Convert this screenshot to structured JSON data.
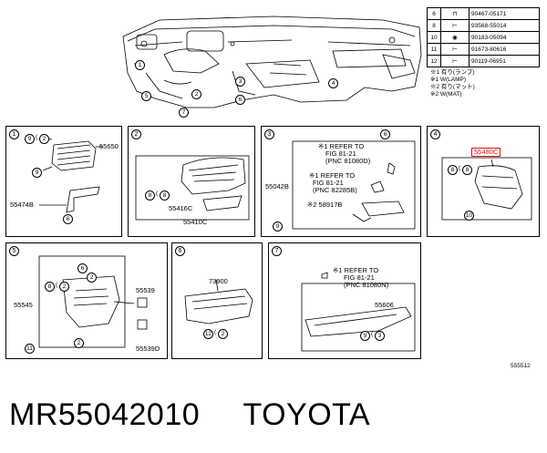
{
  "parts_table": [
    {
      "ref": "6",
      "part": "90467-05171"
    },
    {
      "ref": "8",
      "part": "93568-55014"
    },
    {
      "ref": "10",
      "part": "90183-05094"
    },
    {
      "ref": "11",
      "part": "91673-80616"
    },
    {
      "ref": "12",
      "part": "90119-06951"
    }
  ],
  "notes": [
    "※1 有り(ランプ)",
    "※1 W(LAMP)",
    "※2 有り(マット)",
    "※2 W(MAT)"
  ],
  "overview_callouts": [
    "1",
    "2",
    "3",
    "4",
    "5",
    "6",
    "7"
  ],
  "panels": {
    "p1": {
      "num": "1",
      "callouts": [
        "9",
        "2",
        "9",
        "6"
      ],
      "labels": [
        "55650",
        "55474B"
      ]
    },
    "p2": {
      "num": "2",
      "callouts": [
        "8",
        "8"
      ],
      "labels": [
        "55416C",
        "55410C"
      ]
    },
    "p3": {
      "num": "3",
      "callouts": [
        "6",
        "9"
      ],
      "labels": [
        "55042B"
      ],
      "refs": [
        "※1 REFER TO",
        "FIG 81-21",
        "(PNC 81080D)",
        "※1 REFER TO",
        "FIG 81-21",
        "(PNC 82285B)",
        "※2 58917B"
      ]
    },
    "p4": {
      "num": "4",
      "highlight": "55480C",
      "callouts": [
        "8",
        "8",
        "10"
      ]
    },
    "p5": {
      "num": "5",
      "callouts": [
        "6",
        "2",
        "8",
        "2",
        "11",
        "2"
      ],
      "labels": [
        "55545",
        "55539",
        "55539D"
      ]
    },
    "p6": {
      "num": "6",
      "callouts": [
        "12",
        "2"
      ],
      "labels": [
        "73900"
      ]
    },
    "p7": {
      "num": "7",
      "callouts": [
        "9",
        "3"
      ],
      "labels": [
        "55606"
      ],
      "refs": [
        "※1 REFER TO",
        "FIG 81-21",
        "(PNC 81080N)"
      ]
    }
  },
  "diagram_code": "555512",
  "footer": {
    "part_number": "MR55042010",
    "brand": "TOYOTA"
  }
}
